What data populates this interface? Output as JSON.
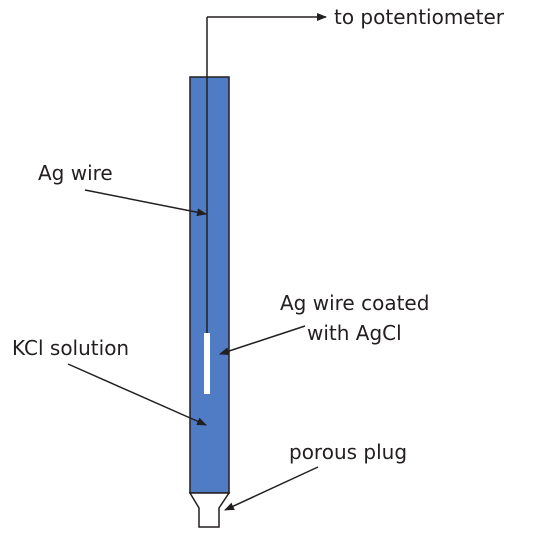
{
  "labels": {
    "to_potentiometer": "to potentiometer",
    "ag_wire": "Ag wire",
    "ag_wire_coated_line1": "Ag wire coated",
    "ag_wire_coated_line2": "with AgCl",
    "kcl_solution": "KCl solution",
    "porous_plug": "porous plug"
  },
  "colors": {
    "tube_fill": "#4f7cc4",
    "tube_stroke": "#231f20",
    "agcl_segment": "#ffffff",
    "line": "#231f20",
    "text": "#231f20"
  }
}
